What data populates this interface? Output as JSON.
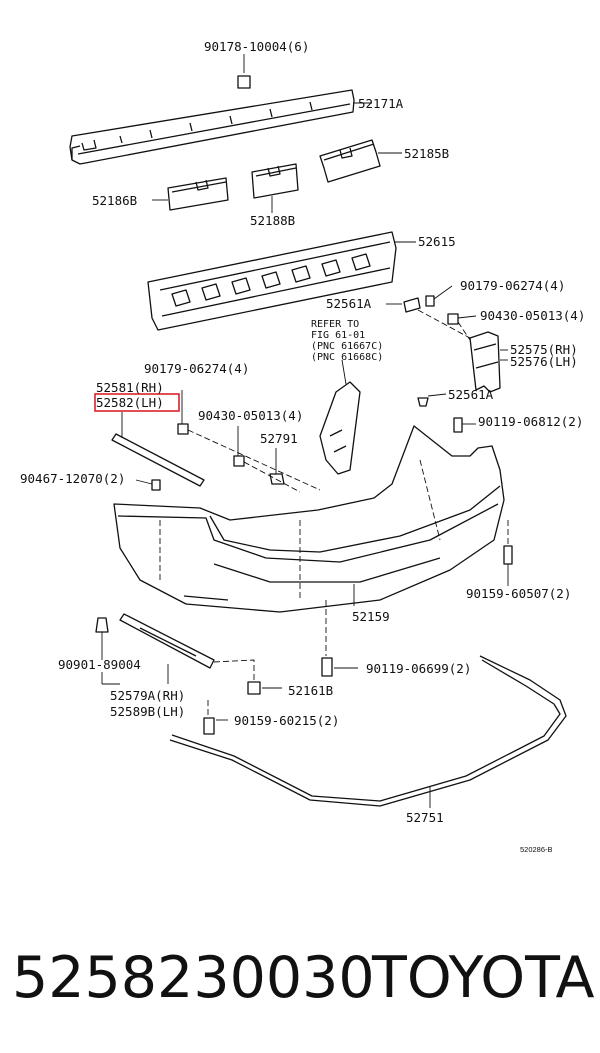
{
  "diagram": {
    "callouts": {
      "c1": "90178-10004(6)",
      "c2": "52171A",
      "c3": "52185B",
      "c4": "52186B",
      "c5": "52188B",
      "c6": "52615",
      "c7": "90179-06274(4)",
      "c8": "52561A",
      "c9": "90430-05013(4)",
      "c10": "52575(RH)",
      "c11": "52576(LH)",
      "c12": "52561A",
      "c13": "90119-06812(2)",
      "c14": "90179-06274(4)",
      "c15": "52581(RH)",
      "c16": "52582(LH)",
      "c17": "90430-05013(4)",
      "c18": "52791",
      "c19": "90467-12070(2)",
      "c20": "52159",
      "c21": "90159-60507(2)",
      "c22": "90901-89004",
      "c23": "52579A(RH)",
      "c24": "52589B(LH)",
      "c25": "52161B",
      "c26": "90119-06699(2)",
      "c27": "90159-60215(2)",
      "c28": "52751"
    },
    "refer_note": [
      "REFER TO",
      "FIG 61-01",
      "(PNC 61667C)",
      "(PNC 61668C)"
    ],
    "drawing_number": "520286-B",
    "highlight_color": "#d9232a"
  },
  "footer": {
    "part_number": "5258230030",
    "brand": "TOYOTA"
  }
}
